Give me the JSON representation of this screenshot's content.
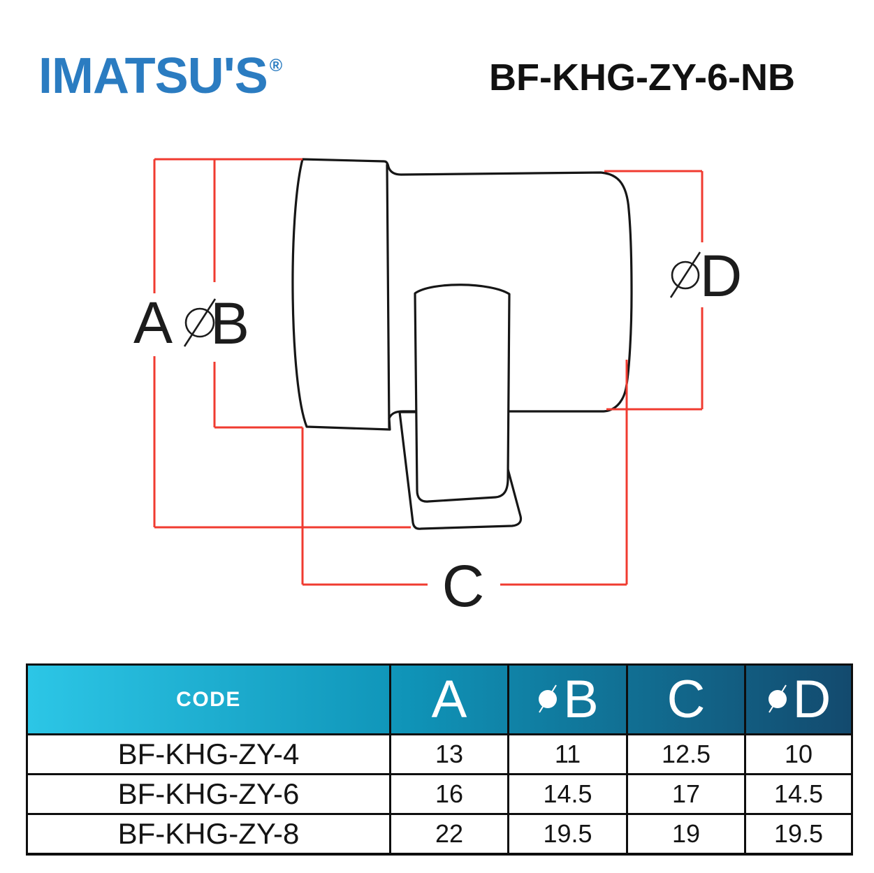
{
  "brand": {
    "name": "IMATSU'S",
    "registered_mark": "®",
    "color": "#2b7cc1"
  },
  "product_code": "BF-KHG-ZY-6-NB",
  "diagram": {
    "dim_a": "A",
    "dim_b": "B",
    "dim_c": "C",
    "dim_d": "D",
    "diameter_symbol": "⌀",
    "dimension_line_color": "#f03b30",
    "outline_color": "#161616"
  },
  "table": {
    "code_header": "CODE",
    "columns": [
      {
        "label": "A",
        "diameter": false
      },
      {
        "label": "B",
        "diameter": true
      },
      {
        "label": "C",
        "diameter": false
      },
      {
        "label": "D",
        "diameter": true
      }
    ],
    "rows": [
      {
        "code": "BF-KHG-ZY-4",
        "values": [
          "13",
          "11",
          "12.5",
          "10"
        ]
      },
      {
        "code": "BF-KHG-ZY-6",
        "values": [
          "16",
          "14.5",
          "17",
          "14.5"
        ]
      },
      {
        "code": "BF-KHG-ZY-8",
        "values": [
          "22",
          "19.5",
          "19",
          "19.5"
        ]
      }
    ],
    "header_gradient": [
      "#2cc6e6",
      "#0f94b8",
      "#134a6e"
    ]
  }
}
